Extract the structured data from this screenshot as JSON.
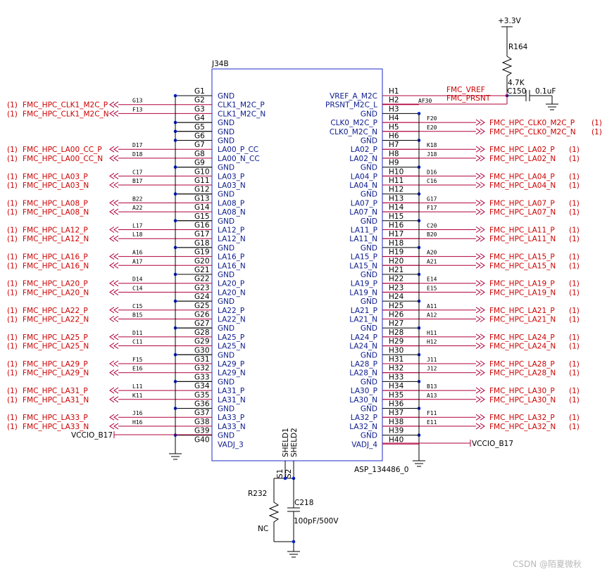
{
  "connector": {
    "ref": "J34B",
    "part": "ASP_134486_0",
    "shield_labels": [
      "SHELD1",
      "SHELD2"
    ],
    "shield_pins": [
      "S1",
      "S2"
    ],
    "left_pins": [
      {
        "pin": "G1",
        "sig": "GND"
      },
      {
        "pin": "G2",
        "sig": "CLK1_M2C_P",
        "fp": "G13",
        "net": "FMC_HPC_CLK1_M2C_P"
      },
      {
        "pin": "G3",
        "sig": "CLK1_M2C_N",
        "fp": "F13",
        "net": "FMC_HPC_CLK1_M2C_N"
      },
      {
        "pin": "G4",
        "sig": "GND"
      },
      {
        "pin": "G5",
        "sig": "GND"
      },
      {
        "pin": "G6",
        "sig": "GND"
      },
      {
        "pin": "G7",
        "sig": "LA00_P_CC",
        "fp": "D17",
        "net": "FMC_HPC_LA00_CC_P"
      },
      {
        "pin": "G8",
        "sig": "LA00_N_CC",
        "fp": "D18",
        "net": "FMC_HPC_LA00_CC_N"
      },
      {
        "pin": "G9",
        "sig": "GND"
      },
      {
        "pin": "G10",
        "sig": "LA03_P",
        "fp": "C17",
        "net": "FMC_HPC_LA03_P"
      },
      {
        "pin": "G11",
        "sig": "LA03_N",
        "fp": "B17",
        "net": "FMC_HPC_LA03_N"
      },
      {
        "pin": "G12",
        "sig": "GND"
      },
      {
        "pin": "G13",
        "sig": "LA08_P",
        "fp": "B22",
        "net": "FMC_HPC_LA08_P"
      },
      {
        "pin": "G14",
        "sig": "LA08_N",
        "fp": "A22",
        "net": "FMC_HPC_LA08_N"
      },
      {
        "pin": "G15",
        "sig": "GND"
      },
      {
        "pin": "G16",
        "sig": "LA12_P",
        "fp": "L17",
        "net": "FMC_HPC_LA12_P"
      },
      {
        "pin": "G17",
        "sig": "LA12_N",
        "fp": "L18",
        "net": "FMC_HPC_LA12_N"
      },
      {
        "pin": "G18",
        "sig": "GND"
      },
      {
        "pin": "G19",
        "sig": "LA16_P",
        "fp": "A16",
        "net": "FMC_HPC_LA16_P"
      },
      {
        "pin": "G20",
        "sig": "LA16_N",
        "fp": "A17",
        "net": "FMC_HPC_LA16_N"
      },
      {
        "pin": "G21",
        "sig": "GND"
      },
      {
        "pin": "G22",
        "sig": "LA20_P",
        "fp": "D14",
        "net": "FMC_HPC_LA20_P"
      },
      {
        "pin": "G23",
        "sig": "LA20_N",
        "fp": "C14",
        "net": "FMC_HPC_LA20_N"
      },
      {
        "pin": "G24",
        "sig": "GND"
      },
      {
        "pin": "G25",
        "sig": "LA22_P",
        "fp": "C15",
        "net": "FMC_HPC_LA22_P"
      },
      {
        "pin": "G26",
        "sig": "LA22_N",
        "fp": "B15",
        "net": "FMC_HPC_LA22_N"
      },
      {
        "pin": "G27",
        "sig": "GND"
      },
      {
        "pin": "G28",
        "sig": "LA25_P",
        "fp": "D11",
        "net": "FMC_HPC_LA25_P"
      },
      {
        "pin": "G29",
        "sig": "LA25_N",
        "fp": "C11",
        "net": "FMC_HPC_LA25_N"
      },
      {
        "pin": "G30",
        "sig": "GND"
      },
      {
        "pin": "G31",
        "sig": "LA29_P",
        "fp": "F15",
        "net": "FMC_HPC_LA29_P"
      },
      {
        "pin": "G32",
        "sig": "LA29_N",
        "fp": "E16",
        "net": "FMC_HPC_LA29_N"
      },
      {
        "pin": "G33",
        "sig": "GND"
      },
      {
        "pin": "G34",
        "sig": "LA31_P",
        "fp": "L11",
        "net": "FMC_HPC_LA31_P"
      },
      {
        "pin": "G35",
        "sig": "LA31_N",
        "fp": "K11",
        "net": "FMC_HPC_LA31_N"
      },
      {
        "pin": "G36",
        "sig": "GND"
      },
      {
        "pin": "G37",
        "sig": "LA33_P",
        "fp": "J16",
        "net": "FMC_HPC_LA33_P"
      },
      {
        "pin": "G38",
        "sig": "LA33_N",
        "fp": "H16",
        "net": "FMC_HPC_LA33_N"
      },
      {
        "pin": "G39",
        "sig": "GND"
      },
      {
        "pin": "G40",
        "sig": "VADJ_3"
      }
    ],
    "right_pins": [
      {
        "pin": "H1",
        "sig": "VREF_A_M2C"
      },
      {
        "pin": "H2",
        "sig": "PRSNT_M2C_L"
      },
      {
        "pin": "H3",
        "sig": "GND"
      },
      {
        "pin": "H4",
        "sig": "CLK0_M2C_P",
        "fp": "F20",
        "net": "FMC_HPC_CLK0_M2C_P"
      },
      {
        "pin": "H5",
        "sig": "CLK0_M2C_N",
        "fp": "E20",
        "net": "FMC_HPC_CLK0_M2C_N"
      },
      {
        "pin": "H6",
        "sig": "GND"
      },
      {
        "pin": "H7",
        "sig": "LA02_P",
        "fp": "K18",
        "net": "FMC_HPC_LA02_P"
      },
      {
        "pin": "H8",
        "sig": "LA02_N",
        "fp": "J18",
        "net": "FMC_HPC_LA02_N"
      },
      {
        "pin": "H9",
        "sig": "GND"
      },
      {
        "pin": "H10",
        "sig": "LA04_P",
        "fp": "D16",
        "net": "FMC_HPC_LA04_P"
      },
      {
        "pin": "H11",
        "sig": "LA04_N",
        "fp": "C16",
        "net": "FMC_HPC_LA04_N"
      },
      {
        "pin": "H12",
        "sig": "GND"
      },
      {
        "pin": "H13",
        "sig": "LA07_P",
        "fp": "G17",
        "net": "FMC_HPC_LA07_P"
      },
      {
        "pin": "H14",
        "sig": "LA07_N",
        "fp": "F17",
        "net": "FMC_HPC_LA07_N"
      },
      {
        "pin": "H15",
        "sig": "GND"
      },
      {
        "pin": "H16",
        "sig": "LA11_P",
        "fp": "C20",
        "net": "FMC_HPC_LA11_P"
      },
      {
        "pin": "H17",
        "sig": "LA11_N",
        "fp": "B20",
        "net": "FMC_HPC_LA11_N"
      },
      {
        "pin": "H18",
        "sig": "GND"
      },
      {
        "pin": "H19",
        "sig": "LA15_P",
        "fp": "A20",
        "net": "FMC_HPC_LA15_P"
      },
      {
        "pin": "H20",
        "sig": "LA15_N",
        "fp": "A21",
        "net": "FMC_HPC_LA15_N"
      },
      {
        "pin": "H21",
        "sig": "GND"
      },
      {
        "pin": "H22",
        "sig": "LA19_P",
        "fp": "E14",
        "net": "FMC_HPC_LA19_P"
      },
      {
        "pin": "H23",
        "sig": "LA19_N",
        "fp": "E15",
        "net": "FMC_HPC_LA19_N"
      },
      {
        "pin": "H24",
        "sig": "GND"
      },
      {
        "pin": "H25",
        "sig": "LA21_P",
        "fp": "A11",
        "net": "FMC_HPC_LA21_P"
      },
      {
        "pin": "H26",
        "sig": "LA21_N",
        "fp": "A12",
        "net": "FMC_HPC_LA21_N"
      },
      {
        "pin": "H27",
        "sig": "GND"
      },
      {
        "pin": "H28",
        "sig": "LA24_P",
        "fp": "H11",
        "net": "FMC_HPC_LA24_P"
      },
      {
        "pin": "H29",
        "sig": "LA24_N",
        "fp": "H12",
        "net": "FMC_HPC_LA24_N"
      },
      {
        "pin": "H30",
        "sig": "GND"
      },
      {
        "pin": "H31",
        "sig": "LA28_P",
        "fp": "J11",
        "net": "FMC_HPC_LA28_P"
      },
      {
        "pin": "H32",
        "sig": "LA28_N",
        "fp": "J12",
        "net": "FMC_HPC_LA28_N"
      },
      {
        "pin": "H33",
        "sig": "GND"
      },
      {
        "pin": "H34",
        "sig": "LA30_P",
        "fp": "B13",
        "net": "FMC_HPC_LA30_P"
      },
      {
        "pin": "H35",
        "sig": "LA30_N",
        "fp": "A13",
        "net": "FMC_HPC_LA30_N"
      },
      {
        "pin": "H36",
        "sig": "GND"
      },
      {
        "pin": "H37",
        "sig": "LA32_P",
        "fp": "F11",
        "net": "FMC_HPC_LA32_P"
      },
      {
        "pin": "H38",
        "sig": "LA32_N",
        "fp": "E11",
        "net": "FMC_HPC_LA32_N"
      },
      {
        "pin": "H39",
        "sig": "GND"
      },
      {
        "pin": "H40",
        "sig": "VADJ_4"
      }
    ]
  },
  "sheet_ref": "(1)",
  "power": {
    "rail": "+3.3V",
    "vccio_left": "VCCIO_B17",
    "vccio_right": "VCCIO_B17"
  },
  "components": {
    "r164": {
      "ref": "R164",
      "value": "4.7K"
    },
    "c150": {
      "ref": "C150",
      "value": "0.1uF"
    },
    "r232": {
      "ref": "R232",
      "value": "NC"
    },
    "c218": {
      "ref": "C218",
      "value": "100pF/500V"
    },
    "h2_fp": "AF30",
    "net_vref": "FMC_VREF",
    "net_prsnt": "FMC_PRSNT"
  },
  "watermark": "CSDN @陌夏微秋"
}
